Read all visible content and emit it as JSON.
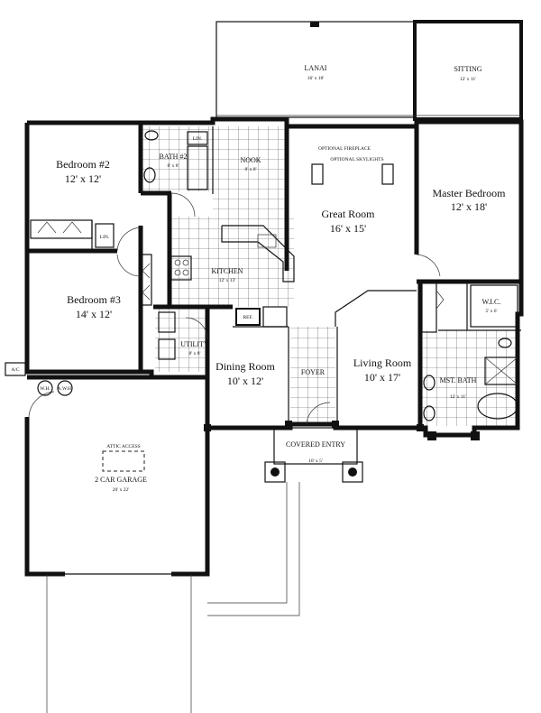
{
  "rooms": {
    "lanai": {
      "name": "LANAI",
      "size": "16' x 18'"
    },
    "sitting": {
      "name": "SITTING",
      "size": "12' x 11'"
    },
    "bedroom2": {
      "name": "Bedroom #2",
      "size": "12' x 12'"
    },
    "bath2": {
      "name": "BATH #2",
      "size": "8' x 8'"
    },
    "nook": {
      "name": "NOOK",
      "size": "8' x 8'"
    },
    "great_room": {
      "name": "Great Room",
      "size": "16' x 15'"
    },
    "master_bedroom": {
      "name": "Master Bedroom",
      "size": "12' x 18'"
    },
    "kitchen": {
      "name": "KITCHEN",
      "size": "12' x 13'"
    },
    "bedroom3": {
      "name": "Bedroom #3",
      "size": "14' x 12'"
    },
    "wic": {
      "name": "W.I.C.",
      "size": "5' x 6'"
    },
    "utility": {
      "name": "UTILITY",
      "size": "8' x 8'"
    },
    "dining_room": {
      "name": "Dining Room",
      "size": "10' x 12'"
    },
    "foyer": {
      "name": "FOYER"
    },
    "living_room": {
      "name": "Living Room",
      "size": "10' x 17'"
    },
    "mst_bath": {
      "name": "MST. BATH",
      "size": "12' x 11'"
    },
    "covered_entry": {
      "name": "COVERED ENTRY",
      "size": "10' x 5'"
    },
    "garage": {
      "name": "2 CAR GARAGE",
      "size": "20' x 22'"
    }
  },
  "fixtures": {
    "lin1": "LIN.",
    "lin2": "LIN.",
    "ref": "REF.",
    "ac": "A/C",
    "wh": "W.H.",
    "awh": "A.W.H.",
    "optional_fireplace": "OPTIONAL FIREPLACE",
    "optional_skylights": "OPTIONAL SKYLIGHTS",
    "attic_access": "ATTIC ACCESS"
  },
  "colors": {
    "ink": "#111111",
    "paper": "#ffffff"
  }
}
